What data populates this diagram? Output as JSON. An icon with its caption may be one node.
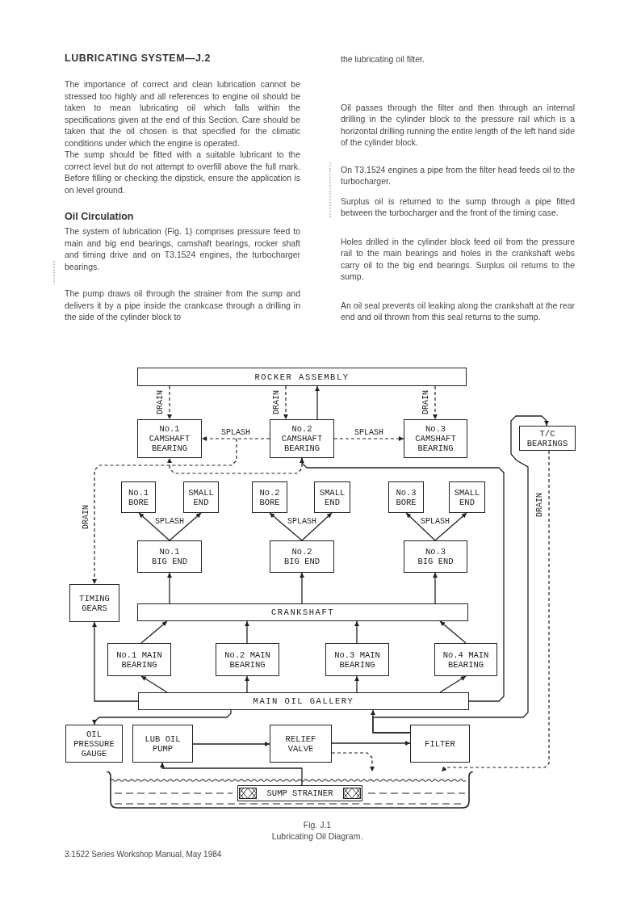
{
  "diagram": {
    "title": "LUBRICATING SYSTEM—J.2",
    "caption": "Fig. J.1 Lubricating Oil Diagram.",
    "nodes": [
      {
        "text": [
          "ROCKER ASSEMBLY"
        ]
      },
      {
        "text": [
          "No.1 CAMSHAFT BEARING"
        ]
      },
      {
        "text": [
          "No.2 CAMSHAFT BEARING"
        ]
      },
      {
        "text": [
          "No.3 CAMSHAFT BEARING"
        ]
      },
      {
        "text": [
          "T/C BEARINGS"
        ]
      },
      {
        "text": [
          "No.1 BORE"
        ]
      },
      {
        "text": [
          "SMALL END"
        ]
      },
      {
        "text": [
          "No.2 BORE"
        ]
      },
      {
        "text": [
          "SMALL END"
        ]
      },
      {
        "text": [
          "No.3 BORE"
        ]
      },
      {
        "text": [
          "SMALL END"
        ]
      },
      {
        "text": [
          "No.1 BIG END"
        ]
      },
      {
        "text": [
          "No.2 BIG END"
        ]
      },
      {
        "text": [
          "No.3 BIG END"
        ]
      },
      {
        "text": [
          "TIMING GEARS"
        ]
      },
      {
        "text": [
          "CRANKSHAFT"
        ]
      },
      {
        "text": [
          "No.1 MAIN BEARING"
        ]
      },
      {
        "text": [
          "No.2 MAIN BEARING"
        ]
      },
      {
        "text": [
          "No.3 MAIN BEARING"
        ]
      },
      {
        "text": [
          "No.4 MAIN BEARING"
        ]
      },
      {
        "text": [
          "MAIN OIL GALLERY"
        ]
      },
      {
        "text": [
          "OIL PRESSURE GAUGE"
        ]
      },
      {
        "text": [
          "LUB OIL PUMP"
        ]
      },
      {
        "text": [
          "RELIEF VALVE"
        ]
      },
      {
        "text": [
          "FILTER"
        ]
      },
      {
        "text": [],
        "shape": "tank"
      },
      {
        "text": [
          "SUMP STRAINER"
        ],
        "in": 25
      }
    ],
    "edges": [
      {
        "from": 0,
        "to": 1,
        "arrow": "to",
        "style": "dashed",
        "label": "DRAIN"
      },
      {
        "from": 0,
        "to": 2,
        "arrow": "to",
        "style": "dashed",
        "label": "DRAIN"
      },
      {
        "from": 2,
        "to": 0,
        "arrow": "to"
      },
      {
        "from": 0,
        "to": 3,
        "arrow": "to",
        "style": "dashed",
        "label": "DRAIN"
      },
      {
        "from": 2,
        "to": 1,
        "arrow": "to",
        "style": "dashed",
        "label": "SPLASH"
      },
      {
        "from": 2,
        "to": 3,
        "arrow": "to",
        "style": "dashed",
        "label": "SPLASH"
      },
      {
        "from": null,
        "to": 14,
        "arrow": "to",
        "style": "dashed",
        "label": "DRAIN"
      },
      {
        "from": 20,
        "to": 2,
        "arrow": "to"
      },
      {
        "from": 2,
        "to": 1,
        "arrow": "to",
        "style": "dashed"
      },
      {
        "from": 20,
        "to": 14,
        "arrow": "to"
      },
      {
        "from": 15,
        "to": 11,
        "arrow": "to"
      },
      {
        "from": 15,
        "to": 12,
        "arrow": "to"
      },
      {
        "from": 15,
        "to": 13,
        "arrow": "to"
      },
      {
        "from": 11,
        "to": 5,
        "arrow": "to",
        "label": "SPLASH"
      },
      {
        "from": 11,
        "to": 6,
        "arrow": "to"
      },
      {
        "from": 12,
        "to": 7,
        "arrow": "to",
        "label": "SPLASH"
      },
      {
        "from": 12,
        "to": 8,
        "arrow": "to"
      },
      {
        "from": 13,
        "to": 9,
        "arrow": "to",
        "label": "SPLASH"
      },
      {
        "from": 13,
        "to": 10,
        "arrow": "to"
      },
      {
        "from": 20,
        "to": 16,
        "arrow": "to"
      },
      {
        "from": 20,
        "to": 17,
        "arrow": "to"
      },
      {
        "from": 20,
        "to": 18,
        "arrow": "to"
      },
      {
        "from": 20,
        "to": 19,
        "arrow": "to"
      },
      {
        "from": 16,
        "to": 15,
        "arrow": "to"
      },
      {
        "from": 17,
        "to": 15,
        "arrow": "to"
      },
      {
        "from": 18,
        "to": 15,
        "arrow": "to"
      },
      {
        "from": 19,
        "to": 15,
        "arrow": "to"
      },
      {
        "from": 20,
        "to": 21,
        "arrow": "to"
      },
      {
        "from": 26,
        "to": 22,
        "arrow": "to"
      },
      {
        "from": 22,
        "to": 23,
        "arrow": "to"
      },
      {
        "from": 23,
        "to": 24,
        "arrow": "to"
      },
      {
        "from": 23,
        "to": 25,
        "arrow": "to",
        "style": "dashed"
      },
      {
        "from": 24,
        "to": 20,
        "arrow": "to"
      },
      {
        "from": 24,
        "to": 4,
        "arrow": "to"
      },
      {
        "from": 4,
        "to": 25,
        "arrow": "to",
        "style": "dashed",
        "label": "DRAIN"
      }
    ],
    "labels": [
      "The importance of correct and clean lubrication cannot be stressed too highly and all references to engine oil should be taken to mean lubricating oil which falls within the specifications given at the end of this Section. Care should be taken that the oil chosen is that specified for the climatic conditions under which the engine is operated.",
      "The sump should be fitted with a suitable lubricant to the correct level but do not attempt to overfill above the full mark. Before filling or checking the dipstick, ensure the application is on level ground.",
      "Oil Circulation",
      "The system of lubrication (Fig. 1) comprises pressure feed to main and big end bearings, camshaft bearings, rocker shaft and timing drive and on T3.1524 engines, the turbocharger bearings.",
      "The pump draws oil through the strainer from the sump and delivers it by a pipe inside the crankcase through a drilling in the side of the cylinder block to",
      "the lubricating oil filter.",
      "Oil passes through the filter and then through an internal drilling in the cylinder block to the pressure rail which is a horizontal drilling running the entire length of the left hand side of the cylinder block.",
      "On T3.1524 engines a pipe from the filter head feeds oil to the turbocharger.",
      "Surplus oil is returned to the sump through a pipe fitted between the turbocharger and the front of the timing case.",
      "Holes drilled in the cylinder block feed oil from the pressure rail to the main bearings and holes in the crankshaft webs carry oil to the big end bearings. Surplus oil returns to the sump.",
      "An oil seal prevents oil leaking along the crankshaft at the rear end and oil thrown from this seal returns to the sump.",
      "3.1522 Series Workshop Manual, May 1984"
    ]
  }
}
